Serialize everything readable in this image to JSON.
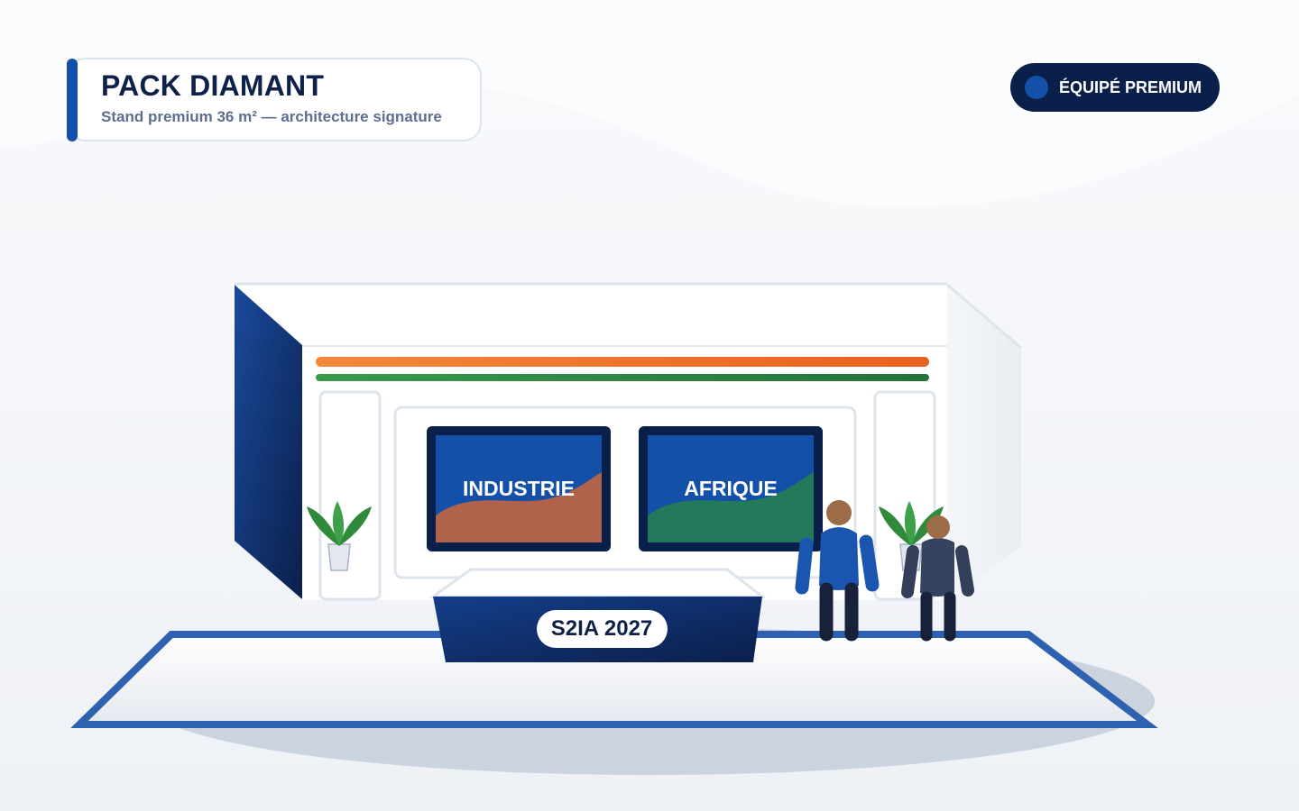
{
  "header": {
    "title": "PACK DIAMANT",
    "subtitle": "Stand premium 36 m² — architecture signature"
  },
  "badge": {
    "label": "ÉQUIPÉ PREMIUM"
  },
  "stand": {
    "screens": [
      {
        "label": "INDUSTRIE",
        "wave_color": "#b0624a"
      },
      {
        "label": "AFRIQUE",
        "wave_color": "#237a5a"
      }
    ],
    "counter_label": "S2IA 2027",
    "banner_stripes": [
      "#f07a2a",
      "#2e8b3e"
    ]
  },
  "colors": {
    "brand_navy": "#0b1f4b",
    "brand_blue": "#1450a8",
    "floor_border": "#2e62b0",
    "screen_frame": "#0b1f4b",
    "screen_bg": "#1450a8",
    "plant_green": "#2f8a3a"
  },
  "icons": [
    "plant-icon",
    "person-icon"
  ]
}
